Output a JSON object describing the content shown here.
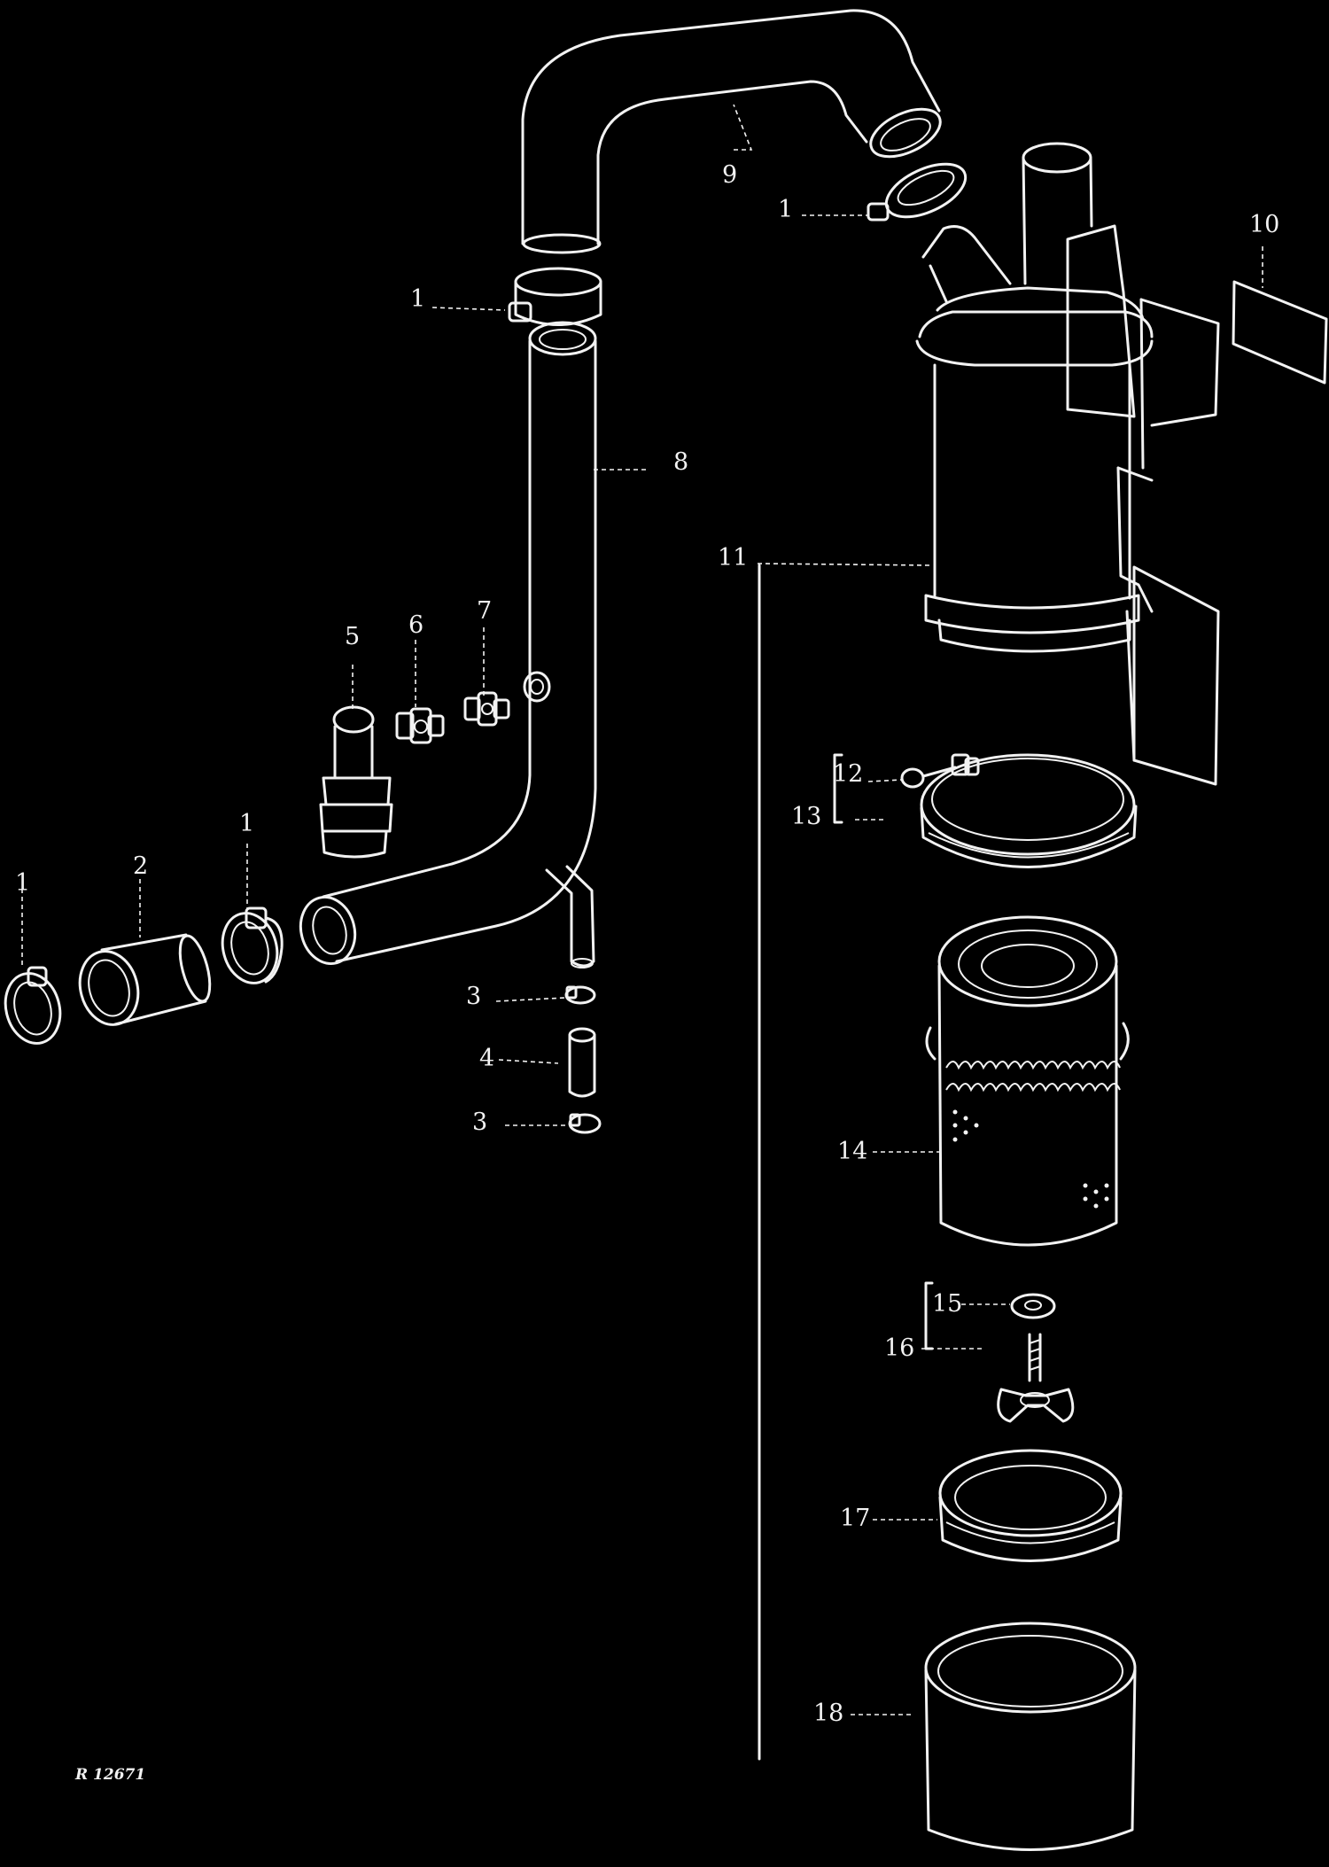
{
  "diagram": {
    "figure_ref": "R 12671",
    "labels": {
      "l1_top": "1",
      "l1_mid": "1",
      "l1_left": "1",
      "l1_clamp": "1",
      "l2": "2",
      "l3_top": "3",
      "l3_bottom": "3",
      "l4": "4",
      "l5": "5",
      "l6": "6",
      "l7": "7",
      "l8": "8",
      "l9": "9",
      "l10": "10",
      "l11": "11",
      "l12": "12",
      "l13": "13",
      "l14": "14",
      "l15": "15",
      "l16": "16",
      "l17": "17",
      "l18": "18"
    },
    "colors": {
      "background": "#000000",
      "line": "#f2f2f2"
    }
  }
}
